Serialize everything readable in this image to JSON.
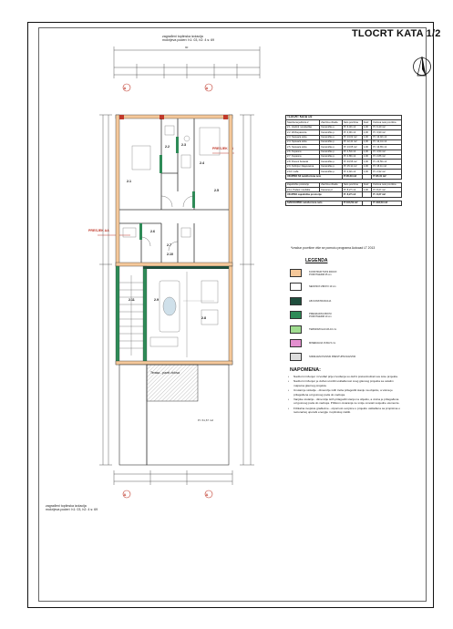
{
  "title": "TLOCRT KATA 1/2",
  "notes": {
    "top": "zagrađeni toplinska izolacija\nmokrijeva poderi: h1: 03, h2: 4 s: 69",
    "bottom": "zagrađeni toplinska izolacija\nmokrijeva poderi: h1: 03, h2: 4 s: 69"
  },
  "plan": {
    "top_dimension": "90",
    "section_left": "PRESJEK AA",
    "section_right": "PRESJEK BB",
    "terrace_label": "Terasa - pavel zidova",
    "terrace_area": "P= 61,67 m2",
    "room_labels": [
      "2.1",
      "2.2",
      "2.3",
      "2.4",
      "2.5",
      "2.6",
      "2.7",
      "2.8",
      "2.9",
      "2.10",
      "2.11"
    ]
  },
  "table": {
    "caption": "TLOCRT KATA 1/2",
    "headers": [
      "Stambena jedinica 2",
      "Završna obrada",
      "Neto površina",
      "Koef.",
      "Korisna neto površina"
    ],
    "rows": [
      [
        "2.1. Hodnik i predsoblje",
        "Keramičke p.",
        "P= 6,40 m2",
        "1,00",
        "P= 6,40 m2"
      ],
      [
        "2.2. Wc/kupaonica",
        "Keramičke p.",
        "P= 3,90 m2",
        "1,00",
        "P= 3,90 m2"
      ],
      [
        "2.3. Spavaća soba",
        "Keramičke p.",
        "P= 13,02 m2",
        "1,00",
        "P= 13,02 m2"
      ],
      [
        "2.4. Spavaća soba",
        "Keramičke p.",
        "P= 12,41 m2",
        "1,00",
        "P= 12,41 m2"
      ],
      [
        "2.5. Spavaća soba",
        "Keramičke p.",
        "P= 13,65 m2",
        "1,00",
        "P= 13,65 m2"
      ],
      [
        "2.6. Kupaona",
        "Keramičke p.",
        "P= 4,54 m2",
        "1,00",
        "P= 4,54 m2"
      ],
      [
        "2.7. Kupaona",
        "Keramičke p.",
        "P= 2,86 m2",
        "1,00",
        "P= 2,86 m2"
      ],
      [
        "2.8. Dnevni boravak",
        "Keramičke p.",
        "P= 23,56 m2",
        "1,00",
        "P= 23,56 m2"
      ],
      [
        "2.9. Kuhinja i blagovaona",
        "Keramičke p.",
        "P= 15,11 m2",
        "1,00",
        "P= 15,11 m2"
      ],
      [
        "2.10. Lođa",
        "Keramičke p.",
        "P= 2,92 m2",
        "1,00",
        "P= 2,92 m2"
      ]
    ],
    "subtotal1": [
      "UKUPNO S2 netoKorisna neto",
      "P=95,29 m2",
      "P=95,31 m2"
    ],
    "header2": [
      "Zajedničke prostorije",
      "Završna obrada",
      "Neto površina",
      "Koef.",
      "Korisna neto površina"
    ],
    "rows2": [
      [
        "2.11. Podest i stubište",
        "Kamene pl.",
        "P= 8,27 m2",
        "1,00",
        "P= 8,27 m2"
      ]
    ],
    "subtotal2": [
      "UKUPNO zajedničke prostorije",
      "P= 8,27 m2",
      "P= 8,27 m2"
    ],
    "total": [
      "SVEUKUPNO netoKorisna neto",
      "P=103,59 m2",
      "P=103,59 m2"
    ]
  },
  "autocad_note": "*izračun površine više se pomoću programa Autocad LT 2013",
  "legend": {
    "title": "LEGENDA",
    "items": [
      {
        "color": "#f5c89a",
        "label": "KONSTRUKTIVNI ZIDOVI\nPOROTHERM 25 cm"
      },
      {
        "color": "#ffffff",
        "label": "NENOSIVI ZIDOVI 10 cm"
      },
      {
        "color": "#1f4e3d",
        "label": "AB KONSTRUKCIJA"
      },
      {
        "color": "#2e8b57",
        "label": "PREGRADNI ZIDOVI\nPOROTHERM 10 cm"
      },
      {
        "color": "#9fdc8f",
        "label": "TERMOIZOLACIJA 10 cm"
      },
      {
        "color": "#e38fcf",
        "label": "MINERALNA VUNA 5 cm"
      },
      {
        "color": "#dddddd",
        "label": "SNIMLJENI PLINSKI PRESTUPNI RAZVOD"
      }
    ]
  },
  "napomena": {
    "title": "NAPOMENA:",
    "items": [
      "Nadzorni inženjer i izvođač prije izvođenja su dužni prekontrolirati sve kote projekta.",
      "Nadzorni inženjer je dužan utvrditi usklađenost svog glavnog projekta sa ostalim mapama glavnog projekta.",
      "Unutarnje stolarije - dimenzije istih treba prilagoditi stanju na objektu, a visina je prilagođena od gotovog poda do nadvoja.",
      "Vanjske stolarije - dimenzije istih prilagoditi stanju na objektu, a visina je prilagođena od gotovog poda do nadvoja. Prilikom otvaranja ne smije ometati susjedne elemente.",
      "Fizikalna svojstva građevine - otpornost ovojnice u projektu usklađena sa propisima o racionalnoj uporabi energije i toplinskoj zaštiti."
    ]
  }
}
